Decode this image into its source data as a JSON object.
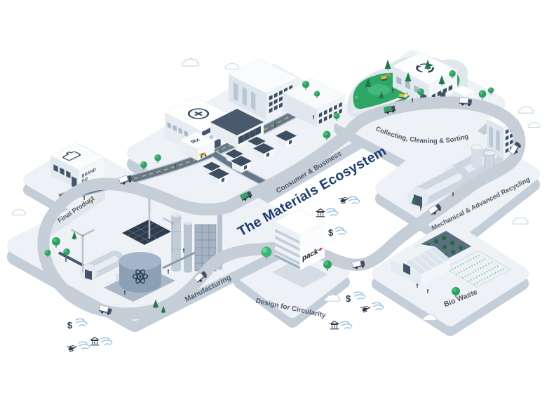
{
  "title": "The Materials Ecosystem",
  "stages": {
    "final_product": "Final Product",
    "consumer_business": "Consumer & Business",
    "collecting": "Collecting, Cleaning & Sorting",
    "mechanical_recycling": "Mechanical & Advanced Recycling",
    "bio_waste": "Bio Waste",
    "design_circularity": "Design for Circularity",
    "manufacturing": "Manufacturing"
  },
  "signage": {
    "brand_hq_line1": "BRAND",
    "brand_hq_line2": "HQ",
    "pack_logo": "pack",
    "pharmacy": "Rx"
  },
  "icons": {
    "dollar_symbol": "$"
  },
  "colors": {
    "title": "#1d3c6e",
    "label": "#4e5a6b",
    "road": "#5e6f82",
    "road_dash": "#d9b850",
    "platform_top": "#eef1f5",
    "platform_side": "#c3ced9",
    "green": "#2ea766",
    "accent_red": "#cf2233"
  }
}
